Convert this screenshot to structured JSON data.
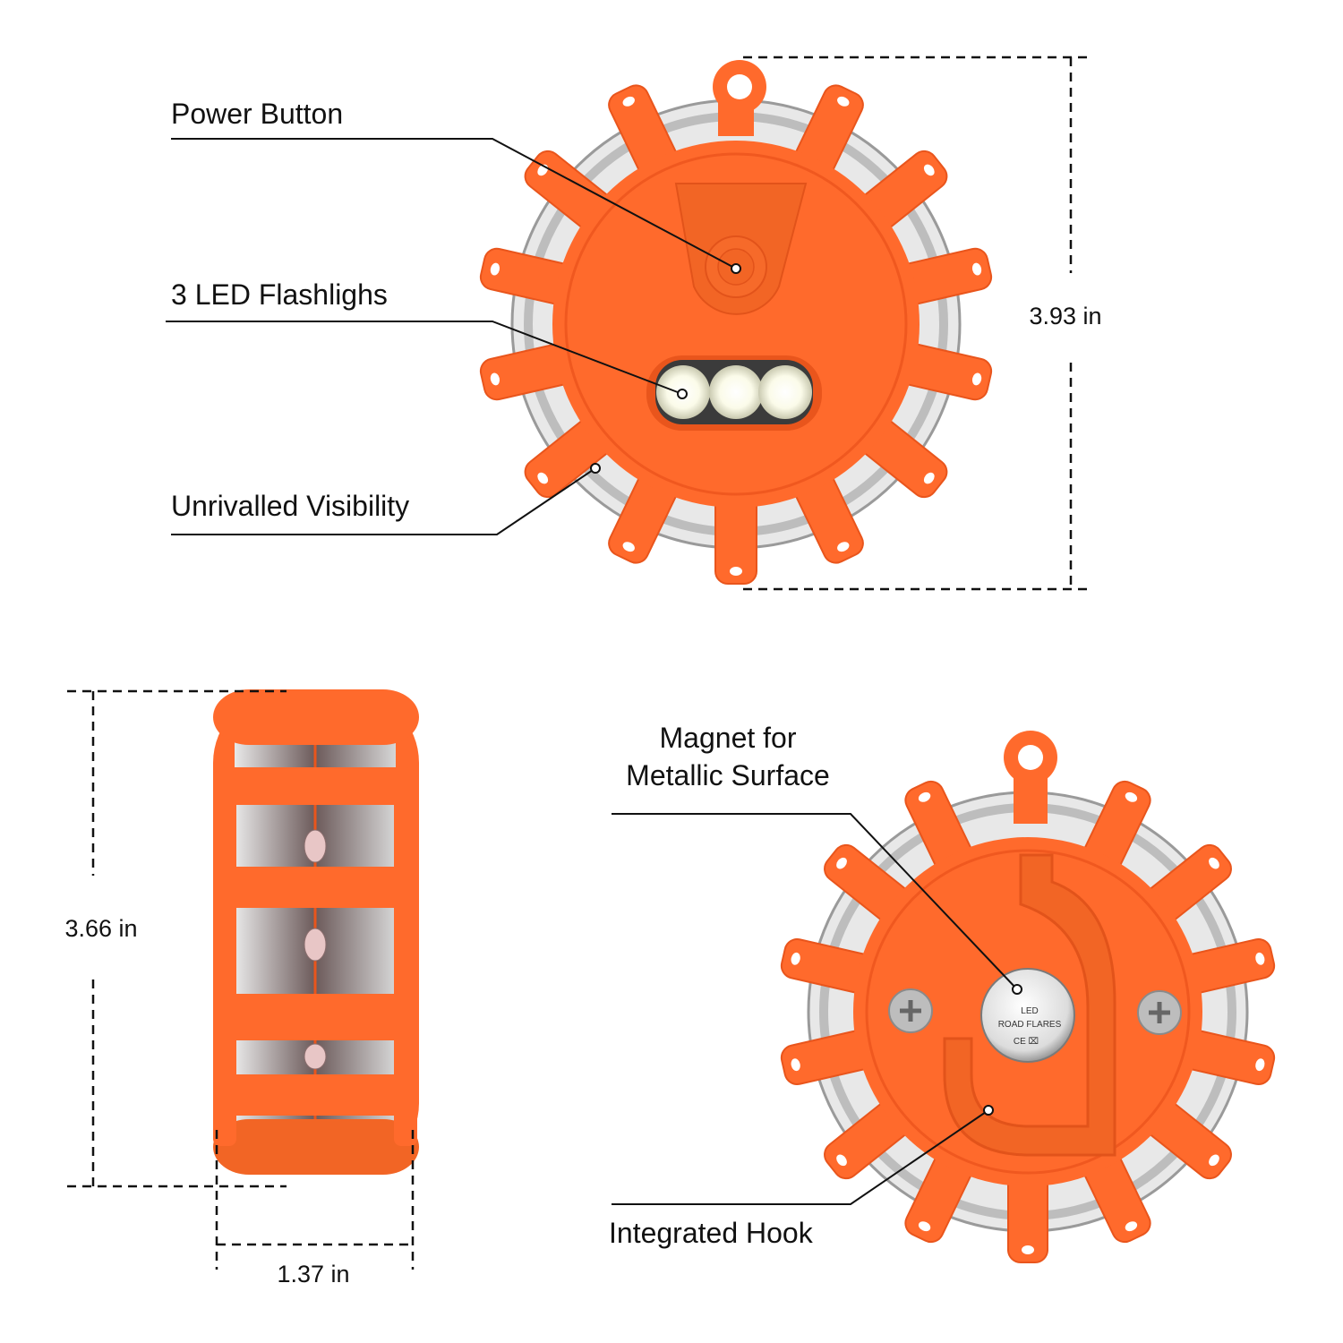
{
  "callouts": {
    "power_button": "Power Button",
    "led_flashlights": "3 LED Flashlighs",
    "visibility": "Unrivalled Visibility",
    "magnet_line1": "Magnet for",
    "magnet_line2": "Metallic Surface",
    "hook": "Integrated Hook"
  },
  "dimensions": {
    "diameter_with_hook": "3.93 in",
    "diameter": "3.66 in",
    "thickness": "1.37 in"
  },
  "magnet_markings": {
    "line1": "LED",
    "line2": "ROAD FLARES",
    "line3": "CE ⌧"
  },
  "colors": {
    "body_orange": "#ff6a2c",
    "body_orange_dark": "#e9551c",
    "lens_silver": "#d9d9d9",
    "line_black": "#111111"
  }
}
